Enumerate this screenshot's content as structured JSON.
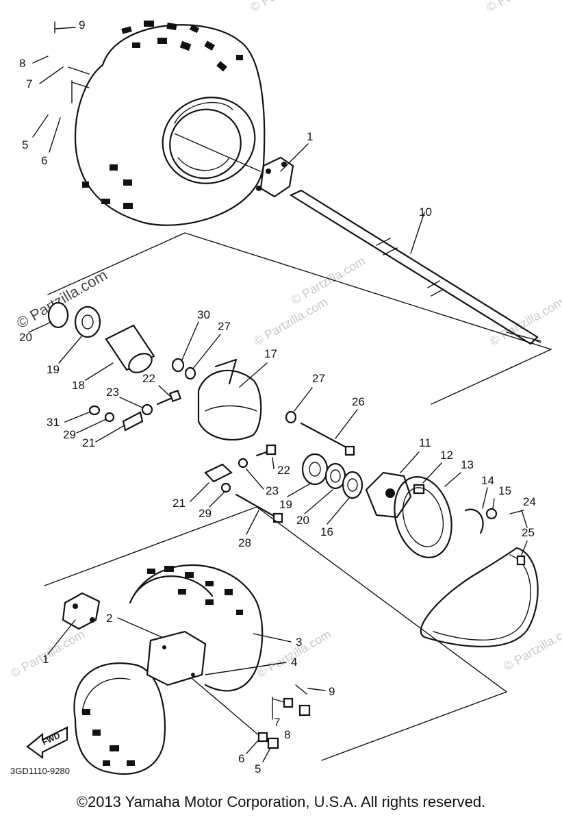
{
  "diagram": {
    "part_labels": [
      "1",
      "2",
      "3",
      "4",
      "5",
      "6",
      "7",
      "8",
      "9",
      "10",
      "11",
      "12",
      "13",
      "14",
      "15",
      "16",
      "17",
      "18",
      "19",
      "20",
      "21",
      "22",
      "23",
      "24",
      "25",
      "26",
      "27",
      "28",
      "29",
      "30",
      "31"
    ],
    "drawing_code": "3GD1110-9280",
    "direction_label": "FWD",
    "watermark": "© Partzilla.com"
  },
  "footer": {
    "copyright": "©2013  Yamaha Motor Corporation, U.S.A. All rights reserved."
  },
  "colors": {
    "line": "#111111",
    "background": "#ffffff",
    "watermark": "#c9c9c9"
  }
}
